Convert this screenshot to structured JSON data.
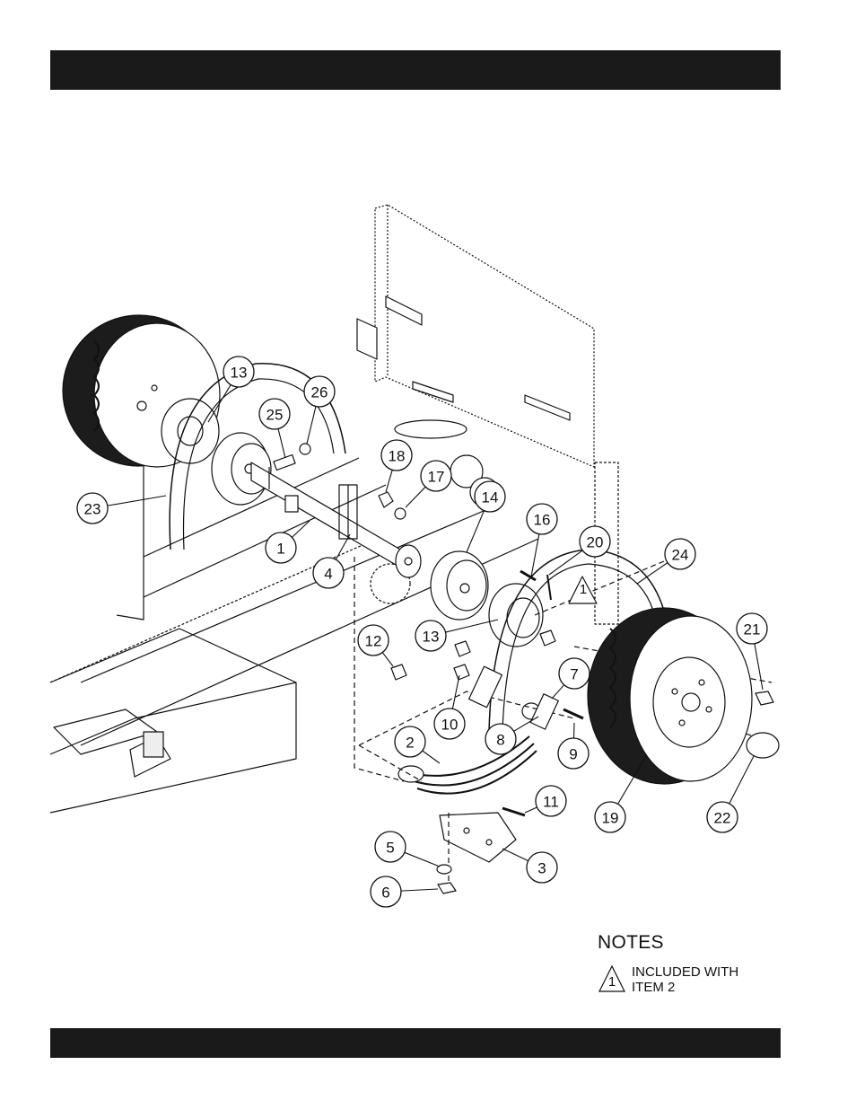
{
  "colors": {
    "bar": "#1a1a1a",
    "line": "#111111",
    "tire": "#1c1c1c"
  },
  "callouts": [
    {
      "id": "callout-1",
      "label": "1"
    },
    {
      "id": "callout-2",
      "label": "2"
    },
    {
      "id": "callout-3",
      "label": "3"
    },
    {
      "id": "callout-4",
      "label": "4"
    },
    {
      "id": "callout-5",
      "label": "5"
    },
    {
      "id": "callout-6",
      "label": "6"
    },
    {
      "id": "callout-7",
      "label": "7"
    },
    {
      "id": "callout-8",
      "label": "8"
    },
    {
      "id": "callout-9",
      "label": "9"
    },
    {
      "id": "callout-10",
      "label": "10"
    },
    {
      "id": "callout-11",
      "label": "11"
    },
    {
      "id": "callout-12",
      "label": "12"
    },
    {
      "id": "callout-13a",
      "label": "13"
    },
    {
      "id": "callout-13b",
      "label": "13"
    },
    {
      "id": "callout-14",
      "label": "14"
    },
    {
      "id": "callout-16",
      "label": "16"
    },
    {
      "id": "callout-17",
      "label": "17"
    },
    {
      "id": "callout-18",
      "label": "18"
    },
    {
      "id": "callout-19",
      "label": "19"
    },
    {
      "id": "callout-20",
      "label": "20"
    },
    {
      "id": "callout-21",
      "label": "21"
    },
    {
      "id": "callout-22",
      "label": "22"
    },
    {
      "id": "callout-23",
      "label": "23"
    },
    {
      "id": "callout-24",
      "label": "24"
    },
    {
      "id": "callout-25",
      "label": "25"
    },
    {
      "id": "callout-26",
      "label": "26"
    }
  ],
  "note_marker": "1",
  "notes": {
    "title": "NOTES",
    "items": [
      {
        "marker": "1",
        "text": "INCLUDED WITH ITEM 2"
      }
    ]
  }
}
